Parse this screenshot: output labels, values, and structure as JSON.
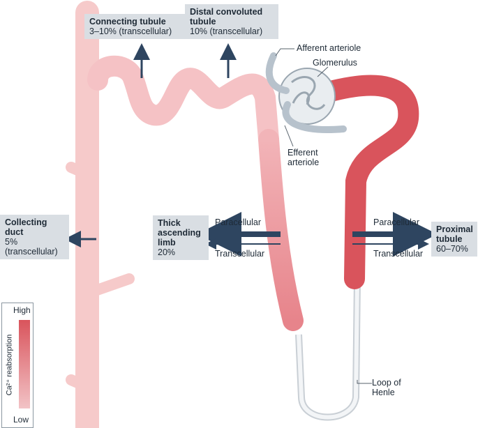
{
  "labels": {
    "connecting_tubule": {
      "title": "Connecting tubule",
      "value": "3–10% (transcellular)"
    },
    "distal_convoluted_tubule": {
      "title": "Distal convoluted tubule",
      "value": "10% (transcellular)"
    },
    "collecting_duct": {
      "title": "Collecting duct",
      "value": "5% (transcellular)"
    },
    "thick_ascending_limb": {
      "title": "Thick ascending limb",
      "value": "20%"
    },
    "proximal_tubule": {
      "title": "Proximal tubule",
      "value": "60–70%"
    }
  },
  "callouts": {
    "afferent_arteriole": "Afferent arteriole",
    "glomerulus": "Glomerulus",
    "efferent_arteriole": "Efferent arteriole",
    "loop_of_henle": "Loop of Henle"
  },
  "pathways": {
    "paracellular": "Paracellular",
    "transcellular": "Transcellular"
  },
  "legend": {
    "high": "High",
    "low": "Low",
    "axis_label": "Ca²⁺ reabsorption"
  },
  "colors": {
    "high": "#d9545c",
    "low": "#f2c3c6",
    "arrow": "#2e4560",
    "label_box": "#d9dee3",
    "vessel": "#b7c2cc"
  }
}
